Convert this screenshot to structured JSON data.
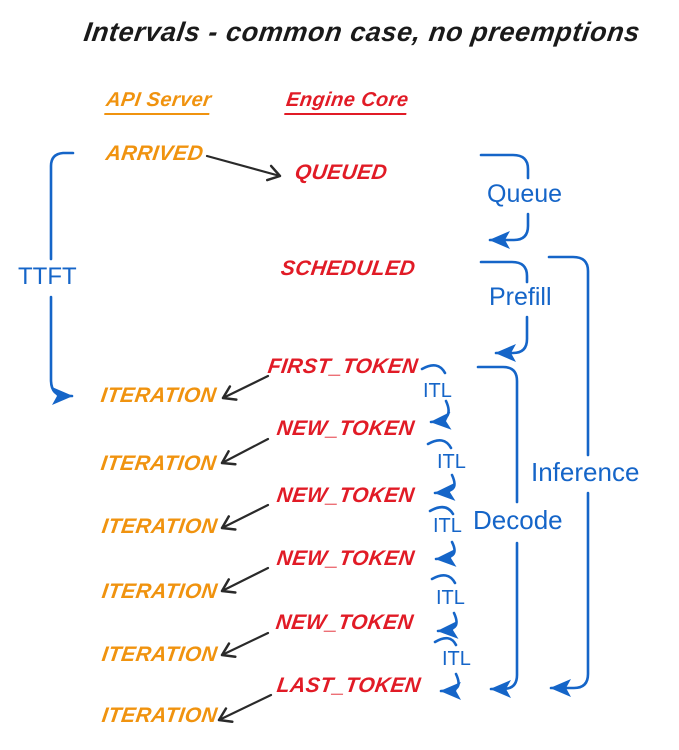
{
  "title": "Intervals - common case, no preemptions",
  "columns": {
    "api_server": "API Server",
    "engine_core": "Engine Core"
  },
  "api_events": {
    "arrived": "ARRIVED",
    "iterations": [
      "ITERATION",
      "ITERATION",
      "ITERATION",
      "ITERATION",
      "ITERATION",
      "ITERATION"
    ]
  },
  "engine_events": {
    "queued": "QUEUED",
    "scheduled": "SCHEDULED",
    "tokens": [
      "FIRST_TOKEN",
      "NEW_TOKEN",
      "NEW_TOKEN",
      "NEW_TOKEN",
      "NEW_TOKEN",
      "LAST_TOKEN"
    ]
  },
  "intervals": {
    "ttft": "TTFT",
    "queue": "Queue",
    "prefill": "Prefill",
    "decode": "Decode",
    "inference": "Inference",
    "itl": [
      "ITL",
      "ITL",
      "ITL",
      "ITL",
      "ITL"
    ]
  },
  "colors": {
    "api_server_orange": "#f0930f",
    "engine_core_red": "#e11b26",
    "interval_blue": "#1565c8",
    "connector_black": "#2a2a2a"
  }
}
